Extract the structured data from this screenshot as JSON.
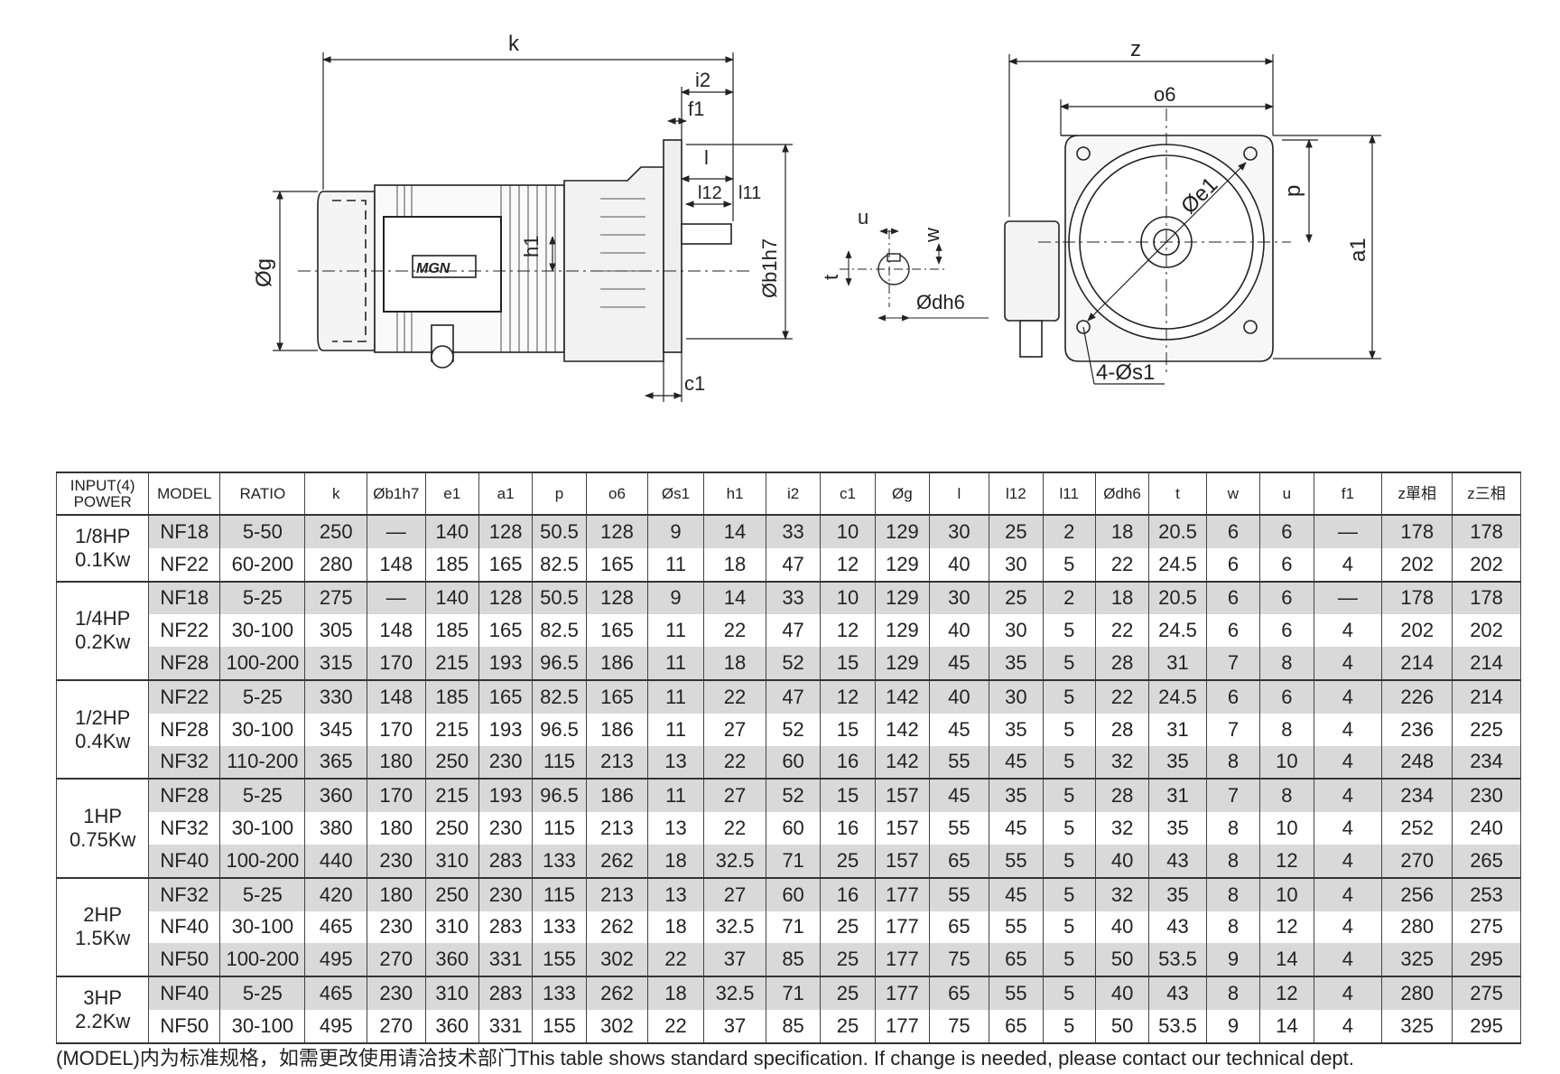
{
  "drawing": {
    "dim_labels": {
      "k": "k",
      "i2": "i2",
      "f1": "f1",
      "l": "l",
      "l12": "l12",
      "l11": "l11",
      "h1": "h1",
      "b1h7": "Øb1h7",
      "g": "Øg",
      "c1": "c1",
      "u": "u",
      "w": "w",
      "t": "t",
      "dh6": "Ødh6",
      "z": "z",
      "o6": "o6",
      "e1": "Øe1",
      "p": "p",
      "a1": "a1",
      "s1": "4-Øs1"
    },
    "logo_text": "MGN"
  },
  "table": {
    "headers": [
      "INPUT(4)\nPOWER",
      "MODEL",
      "RATIO",
      "k",
      "Øb1h7",
      "e1",
      "a1",
      "p",
      "o6",
      "Øs1",
      "h1",
      "i2",
      "c1",
      "Øg",
      "l",
      "l12",
      "l11",
      "Ødh6",
      "t",
      "w",
      "u",
      "f1",
      "z單相",
      "z三相"
    ],
    "groups": [
      {
        "power": "1/8HP\n0.1Kw",
        "rows": [
          [
            "NF18",
            "5-50",
            "250",
            "—",
            "140",
            "128",
            "50.5",
            "128",
            "9",
            "14",
            "33",
            "10",
            "129",
            "30",
            "25",
            "2",
            "18",
            "20.5",
            "6",
            "6",
            "—",
            "178",
            "178"
          ],
          [
            "NF22",
            "60-200",
            "280",
            "148",
            "185",
            "165",
            "82.5",
            "165",
            "11",
            "18",
            "47",
            "12",
            "129",
            "40",
            "30",
            "5",
            "22",
            "24.5",
            "6",
            "6",
            "4",
            "202",
            "202"
          ]
        ]
      },
      {
        "power": "1/4HP\n0.2Kw",
        "rows": [
          [
            "NF18",
            "5-25",
            "275",
            "—",
            "140",
            "128",
            "50.5",
            "128",
            "9",
            "14",
            "33",
            "10",
            "129",
            "30",
            "25",
            "2",
            "18",
            "20.5",
            "6",
            "6",
            "—",
            "178",
            "178"
          ],
          [
            "NF22",
            "30-100",
            "305",
            "148",
            "185",
            "165",
            "82.5",
            "165",
            "11",
            "22",
            "47",
            "12",
            "129",
            "40",
            "30",
            "5",
            "22",
            "24.5",
            "6",
            "6",
            "4",
            "202",
            "202"
          ],
          [
            "NF28",
            "100-200",
            "315",
            "170",
            "215",
            "193",
            "96.5",
            "186",
            "11",
            "18",
            "52",
            "15",
            "129",
            "45",
            "35",
            "5",
            "28",
            "31",
            "7",
            "8",
            "4",
            "214",
            "214"
          ]
        ]
      },
      {
        "power": "1/2HP\n0.4Kw",
        "rows": [
          [
            "NF22",
            "5-25",
            "330",
            "148",
            "185",
            "165",
            "82.5",
            "165",
            "11",
            "22",
            "47",
            "12",
            "142",
            "40",
            "30",
            "5",
            "22",
            "24.5",
            "6",
            "6",
            "4",
            "226",
            "214"
          ],
          [
            "NF28",
            "30-100",
            "345",
            "170",
            "215",
            "193",
            "96.5",
            "186",
            "11",
            "27",
            "52",
            "15",
            "142",
            "45",
            "35",
            "5",
            "28",
            "31",
            "7",
            "8",
            "4",
            "236",
            "225"
          ],
          [
            "NF32",
            "110-200",
            "365",
            "180",
            "250",
            "230",
            "115",
            "213",
            "13",
            "22",
            "60",
            "16",
            "142",
            "55",
            "45",
            "5",
            "32",
            "35",
            "8",
            "10",
            "4",
            "248",
            "234"
          ]
        ]
      },
      {
        "power": "1HP\n0.75Kw",
        "rows": [
          [
            "NF28",
            "5-25",
            "360",
            "170",
            "215",
            "193",
            "96.5",
            "186",
            "11",
            "27",
            "52",
            "15",
            "157",
            "45",
            "35",
            "5",
            "28",
            "31",
            "7",
            "8",
            "4",
            "234",
            "230"
          ],
          [
            "NF32",
            "30-100",
            "380",
            "180",
            "250",
            "230",
            "115",
            "213",
            "13",
            "22",
            "60",
            "16",
            "157",
            "55",
            "45",
            "5",
            "32",
            "35",
            "8",
            "10",
            "4",
            "252",
            "240"
          ],
          [
            "NF40",
            "100-200",
            "440",
            "230",
            "310",
            "283",
            "133",
            "262",
            "18",
            "32.5",
            "71",
            "25",
            "157",
            "65",
            "55",
            "5",
            "40",
            "43",
            "8",
            "12",
            "4",
            "270",
            "265"
          ]
        ]
      },
      {
        "power": "2HP\n1.5Kw",
        "rows": [
          [
            "NF32",
            "5-25",
            "420",
            "180",
            "250",
            "230",
            "115",
            "213",
            "13",
            "27",
            "60",
            "16",
            "177",
            "55",
            "45",
            "5",
            "32",
            "35",
            "8",
            "10",
            "4",
            "256",
            "253"
          ],
          [
            "NF40",
            "30-100",
            "465",
            "230",
            "310",
            "283",
            "133",
            "262",
            "18",
            "32.5",
            "71",
            "25",
            "177",
            "65",
            "55",
            "5",
            "40",
            "43",
            "8",
            "12",
            "4",
            "280",
            "275"
          ],
          [
            "NF50",
            "100-200",
            "495",
            "270",
            "360",
            "331",
            "155",
            "302",
            "22",
            "37",
            "85",
            "25",
            "177",
            "75",
            "65",
            "5",
            "50",
            "53.5",
            "9",
            "14",
            "4",
            "325",
            "295"
          ]
        ]
      },
      {
        "power": "3HP\n2.2Kw",
        "rows": [
          [
            "NF40",
            "5-25",
            "465",
            "230",
            "310",
            "283",
            "133",
            "262",
            "18",
            "32.5",
            "71",
            "25",
            "177",
            "65",
            "55",
            "5",
            "40",
            "43",
            "8",
            "12",
            "4",
            "280",
            "275"
          ],
          [
            "NF50",
            "30-100",
            "495",
            "270",
            "360",
            "331",
            "155",
            "302",
            "22",
            "37",
            "85",
            "25",
            "177",
            "75",
            "65",
            "5",
            "50",
            "53.5",
            "9",
            "14",
            "4",
            "325",
            "295"
          ]
        ]
      }
    ]
  },
  "footnote": "(MODEL)内为标准规格，如需更改使用请洽技术部门This table shows standard specification. If change is needed, please contact our technical dept."
}
